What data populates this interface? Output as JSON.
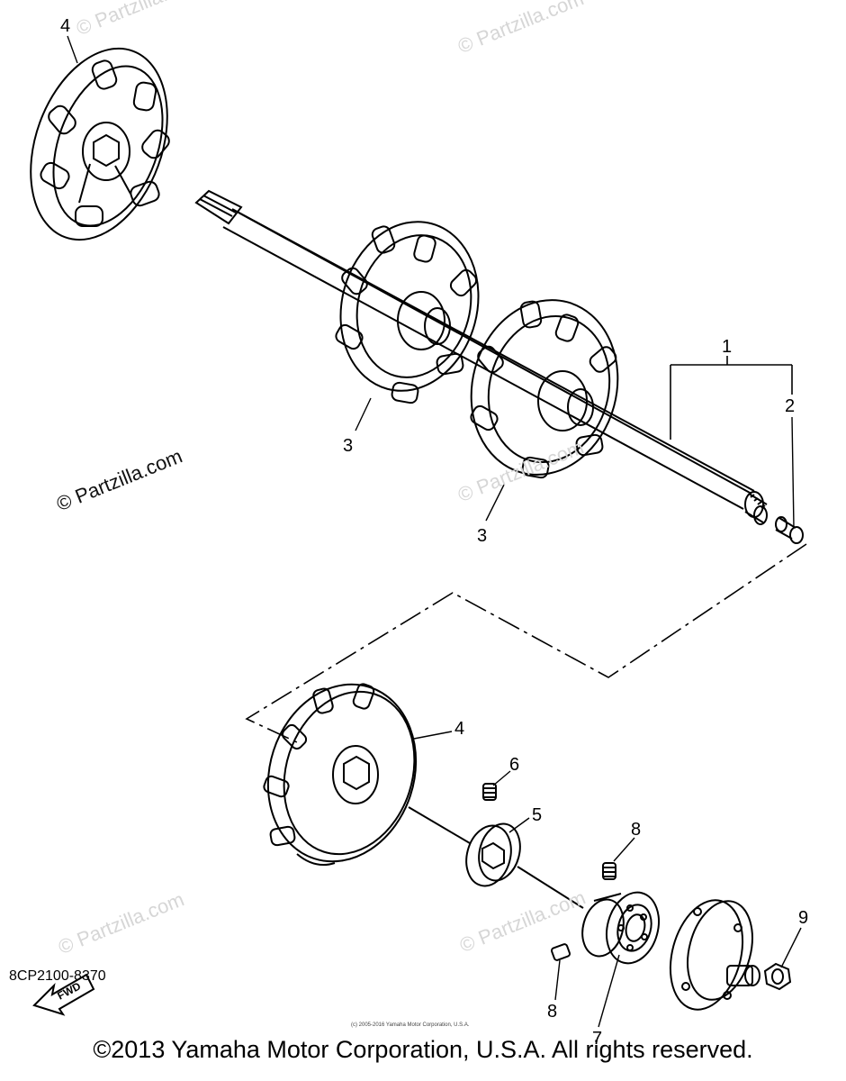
{
  "watermarks": {
    "partzilla_text": "© Partzilla.com"
  },
  "callouts": {
    "c1": "1",
    "c2": "2",
    "c3a": "3",
    "c3b": "3",
    "c4a": "4",
    "c4b": "4",
    "c5": "5",
    "c6": "6",
    "c7": "7",
    "c8a": "8",
    "c8b": "8",
    "c9": "9"
  },
  "fwd_label": "FWD",
  "part_code": "8CP2100-8370",
  "small_notice": "(c) 2005-2016 Yamaha Motor Corporation, U.S.A.",
  "copyright": "©2013 Yamaha Motor Corporation, U.S.A. All rights reserved."
}
